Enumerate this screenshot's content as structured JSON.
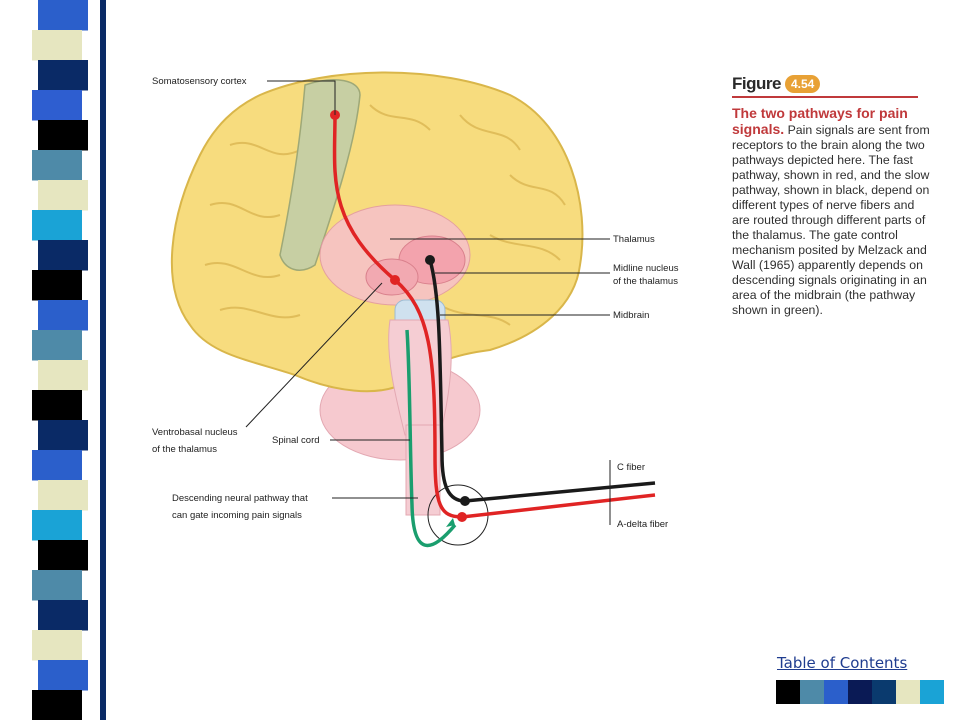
{
  "labels": {
    "somatosensory_cortex": "Somatosensory cortex",
    "thalamus": "Thalamus",
    "midline_nucleus_1": "Midline nucleus",
    "midline_nucleus_2": "of the thalamus",
    "midbrain": "Midbrain",
    "ventrobasal_1": "Ventrobasal nucleus",
    "ventrobasal_2": "of the thalamus",
    "spinal_cord": "Spinal cord",
    "descending_1": "Descending neural pathway that",
    "descending_2": "can gate incoming pain signals",
    "c_fiber": "C fiber",
    "a_delta_fiber": "A-delta fiber"
  },
  "caption": {
    "figure_word": "Figure",
    "figure_number": "4.54",
    "title": "The two pathways for pain signals.",
    "body": "Pain signals are sent from receptors to the brain along the two pathways depicted here. The fast pathway, shown in red, and the slow pathway, shown in black, depend on different types of nerve fibers and are routed through different parts of the thalamus. The gate control mechanism posited by Melzack and Wall (1965) apparently depends on descending signals originating in an area of the midbrain (the pathway shown in green)."
  },
  "nav": {
    "toc_label": "Table of Contents"
  },
  "colors": {
    "fast_pathway": "#e02424",
    "slow_pathway": "#1a1a1a",
    "descending_pathway": "#1a9e6e",
    "brain": "#f7dc7e",
    "caption_accent": "#c0393b",
    "figure_badge": "#e8a135",
    "link": "#1f3c8f"
  },
  "left_stripes": [
    "#2b5fcb",
    "#e6e6c0",
    "#0a2a66",
    "#2e5ed0",
    "#000000",
    "#4e8aa8",
    "#e6e6c0",
    "#1aa3d6",
    "#0a2a66",
    "#000000",
    "#2b5fcb",
    "#4e8aa8",
    "#e6e6c0",
    "#000000",
    "#0a2a66",
    "#2b5fcb",
    "#e6e6c0",
    "#1aa3d6",
    "#000000",
    "#4e8aa8",
    "#0a2a66",
    "#e6e6c0",
    "#2b5fcb",
    "#000000"
  ],
  "palette": [
    "#000000",
    "#4e8aa8",
    "#2b5fcb",
    "#0a1a55",
    "#0a3a6e",
    "#e6e6c0",
    "#1aa3d6"
  ]
}
